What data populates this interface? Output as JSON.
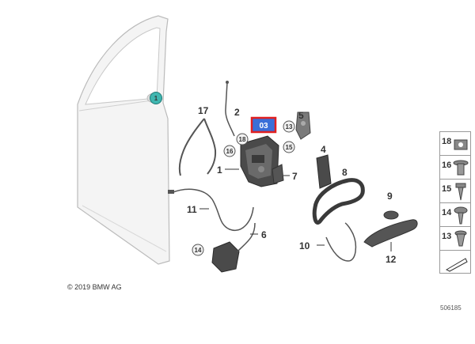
{
  "callouts": {
    "c1": "1",
    "c1_door": "1",
    "c3": "03",
    "c4": "4",
    "c5": "5",
    "c6": "6",
    "c7": "7",
    "c8": "8",
    "c9": "9",
    "c10": "10",
    "c11": "11",
    "c12": "12",
    "c13": "13",
    "c14": "14",
    "c15": "15",
    "c16": "16",
    "c17": "17",
    "c18": "18"
  },
  "legend": {
    "items": [
      {
        "label": "18",
        "icon": "nut-icon"
      },
      {
        "label": "16",
        "icon": "flange-screw-icon"
      },
      {
        "label": "15",
        "icon": "self-tapping-screw-icon"
      },
      {
        "label": "14",
        "icon": "fillister-screw-icon"
      },
      {
        "label": "13",
        "icon": "plug-screw-icon"
      },
      {
        "label": "",
        "icon": "wedge-tool-icon"
      }
    ]
  },
  "colors": {
    "highlight_red": "#e02020",
    "highlight_blue": "#3a6fd8",
    "teal_callout": "#3fb6b0",
    "part_dark": "#444444",
    "door_panel": "#f2f2f2"
  },
  "footer": {
    "copyright": "© 2019 BMW AG",
    "diagram_id": "506185"
  }
}
